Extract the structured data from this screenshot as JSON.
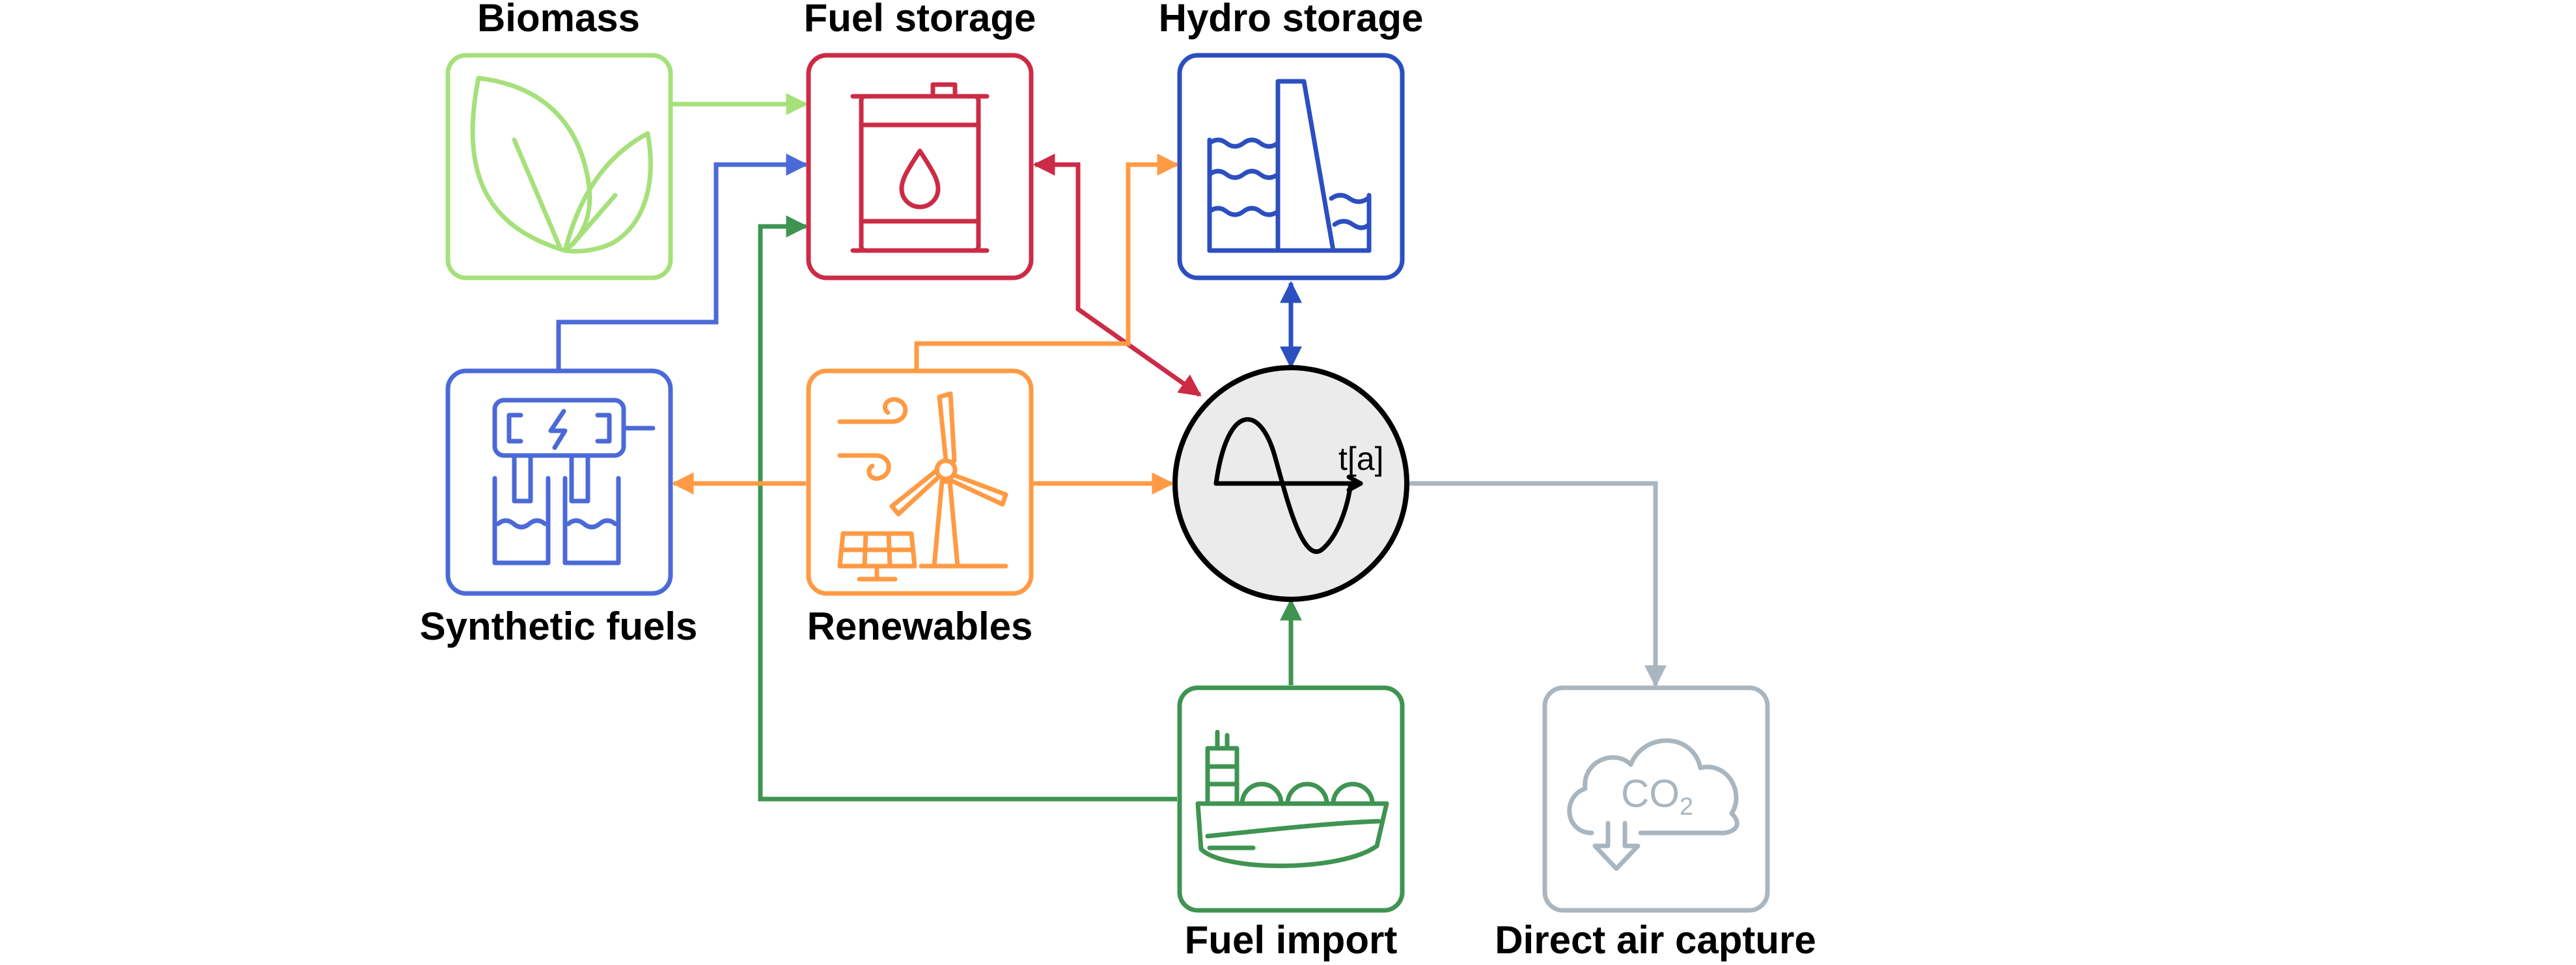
{
  "nodes": {
    "biomass": {
      "label": "Biomass",
      "color": "#a6e07a"
    },
    "fuel_storage": {
      "label": "Fuel storage",
      "color": "#cc2b46"
    },
    "hydro_storage": {
      "label": "Hydro storage",
      "color": "#2c4fc0"
    },
    "synthetic_fuels": {
      "label": "Synthetic fuels",
      "color": "#4b6ad8"
    },
    "renewables": {
      "label": "Renewables",
      "color": "#ff9a44"
    },
    "fuel_import": {
      "label": "Fuel import",
      "color": "#3f9452"
    },
    "direct_air_capture": {
      "label": "Direct air capture",
      "color": "#a9b6bf",
      "icon_text": "CO",
      "icon_subscript": "2"
    }
  },
  "hub": {
    "axis_label": "t[a]",
    "fill": "#ebebeb"
  },
  "connections": [
    {
      "from": "biomass",
      "to": "fuel_storage",
      "color": "#a6e07a"
    },
    {
      "from": "synthetic_fuels",
      "to": "fuel_storage",
      "color": "#4b6ad8"
    },
    {
      "from": "fuel_import",
      "to": "fuel_storage",
      "color": "#3f9452"
    },
    {
      "from": "fuel_storage",
      "to": "hub",
      "color": "#cc2b46",
      "bidirectional": true
    },
    {
      "from": "renewables",
      "to": "hydro_storage",
      "color": "#ff9a44"
    },
    {
      "from": "hydro_storage",
      "to": "hub",
      "color": "#2c4fc0",
      "bidirectional": true
    },
    {
      "from": "renewables",
      "to": "synthetic_fuels",
      "color": "#ff9a44"
    },
    {
      "from": "renewables",
      "to": "hub",
      "color": "#ff9a44"
    },
    {
      "from": "fuel_import",
      "to": "hub",
      "color": "#3f9452"
    },
    {
      "from": "hub",
      "to": "direct_air_capture",
      "color": "#a9b6bf"
    }
  ]
}
